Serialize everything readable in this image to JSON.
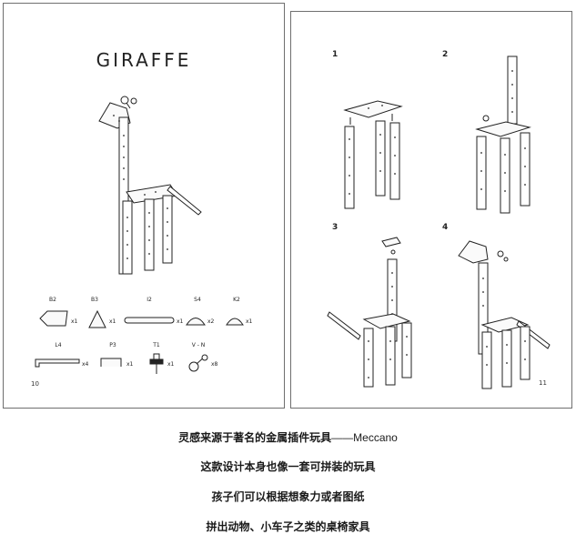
{
  "left_page": {
    "title": "GIRAFFE",
    "page_number": "10",
    "parts": [
      {
        "code": "B2",
        "qty": "x1"
      },
      {
        "code": "B3",
        "qty": "x1"
      },
      {
        "code": "I2",
        "qty": "x1"
      },
      {
        "code": "S4",
        "qty": "x2"
      },
      {
        "code": "K2",
        "qty": "x1"
      },
      {
        "code": "L4",
        "qty": "x4"
      },
      {
        "code": "P3",
        "qty": "x1"
      },
      {
        "code": "T1",
        "qty": "x1"
      },
      {
        "code": "V - N",
        "qty": "x8"
      }
    ]
  },
  "right_page": {
    "page_number": "11",
    "steps": [
      "1",
      "2",
      "3",
      "4"
    ]
  },
  "captions": [
    {
      "text": "灵感来源于著名的金属插件玩具",
      "latin": "——Meccano"
    },
    {
      "text": "这款设计本身也像一套可拼装的玩具",
      "latin": ""
    },
    {
      "text": "孩子们可以根据想象力或者图纸",
      "latin": ""
    },
    {
      "text": "拼出动物、小车子之类的桌椅家具",
      "latin": ""
    }
  ]
}
